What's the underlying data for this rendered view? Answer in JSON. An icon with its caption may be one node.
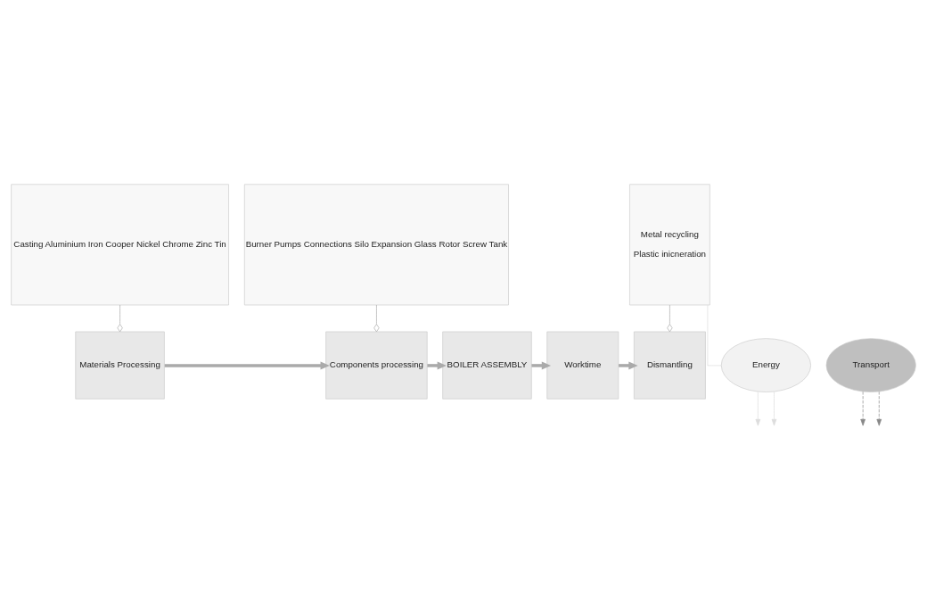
{
  "diagram": {
    "nodes": [
      {
        "text": [
          "Materials Processing"
        ]
      },
      {
        "text": [
          "Casting Aluminium Iron Cooper Nickel Chrome Zinc Tin"
        ]
      },
      {
        "text": [
          "Components processing"
        ]
      },
      {
        "text": [
          "Burner Pumps Connections Silo Expansion Glass Rotor Screw Tank"
        ]
      },
      {
        "text": [
          "BOILER ASSEMBLY"
        ]
      },
      {
        "text": [
          "Worktime"
        ]
      },
      {
        "text": [
          "Dismantling"
        ]
      },
      {
        "text": [
          "Metal recycling",
          "Plastic inicneration"
        ]
      },
      {
        "text": [
          "Energy"
        ]
      },
      {
        "text": [
          "Transport"
        ]
      }
    ],
    "edges": [
      {
        "from": 0,
        "to": 2,
        "arrow": "to",
        "style": "thick"
      },
      {
        "from": 2,
        "to": 4,
        "arrow": "to",
        "style": "thick"
      },
      {
        "from": 4,
        "to": 5,
        "arrow": "to",
        "style": "thick"
      },
      {
        "from": 5,
        "to": 6,
        "arrow": "to",
        "style": "thick"
      },
      {
        "from": 1,
        "to": 0,
        "arrow": "other"
      },
      {
        "from": 3,
        "to": 2,
        "arrow": "other"
      },
      {
        "from": 7,
        "to": 6,
        "arrow": "other"
      },
      {
        "from": 8,
        "to": null,
        "arrow": "to",
        "color": "#dddddd"
      },
      {
        "from": 8,
        "to": null,
        "arrow": "to",
        "color": "#dddddd"
      },
      {
        "from": 7,
        "to": 8,
        "arrow": "none",
        "color": "#dddddd"
      },
      {
        "from": 9,
        "to": null,
        "arrow": "to",
        "style": "dashed",
        "color": "#888888"
      },
      {
        "from": 9,
        "to": null,
        "arrow": "to",
        "style": "dashed",
        "color": "#888888"
      }
    ]
  }
}
